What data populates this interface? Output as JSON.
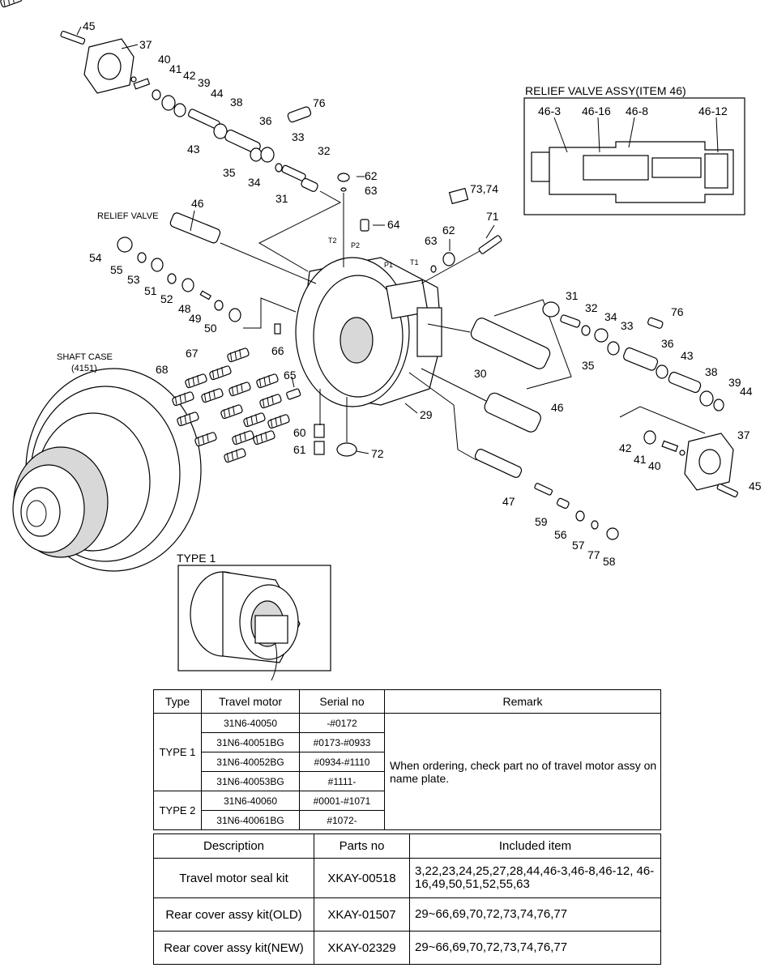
{
  "diagram": {
    "callouts": [
      "45",
      "37",
      "40",
      "41",
      "42",
      "39",
      "44",
      "38",
      "36",
      "33",
      "32",
      "31",
      "34",
      "35",
      "43",
      "76",
      "62",
      "63",
      "64",
      "73,74",
      "71",
      "63",
      "62",
      "46",
      "54",
      "55",
      "53",
      "51",
      "52",
      "48",
      "49",
      "50",
      "66",
      "67",
      "68",
      "65",
      "60",
      "61",
      "72",
      "29",
      "30",
      "31",
      "32",
      "34",
      "33",
      "76",
      "36",
      "43",
      "35",
      "38",
      "39",
      "44",
      "37",
      "42",
      "41",
      "40",
      "45",
      "46",
      "47",
      "59",
      "56",
      "57",
      "77",
      "58"
    ],
    "relief_valve_label": "RELIEF VALVE",
    "shaft_case_label": "SHAFT CASE",
    "shaft_case_code": "(4151)",
    "port_labels": [
      "T2",
      "P2",
      "P1",
      "T1"
    ],
    "inset": {
      "title": "RELIEF VALVE ASSY(ITEM 46)",
      "callouts": [
        "46-3",
        "46-16",
        "46-8",
        "46-12"
      ]
    },
    "type1_label": "TYPE 1"
  },
  "type_table": {
    "headers": [
      "Type",
      "Travel motor",
      "Serial no",
      "Remark"
    ],
    "groups": [
      {
        "type": "TYPE 1",
        "rows": [
          {
            "motor": "31N6-40050",
            "serial": "-#0172"
          },
          {
            "motor": "31N6-40051BG",
            "serial": "#0173-#0933"
          },
          {
            "motor": "31N6-40052BG",
            "serial": "#0934-#1110"
          },
          {
            "motor": "31N6-40053BG",
            "serial": "#1111-"
          }
        ]
      },
      {
        "type": "TYPE 2",
        "rows": [
          {
            "motor": "31N6-40060",
            "serial": "#0001-#1071"
          },
          {
            "motor": "31N6-40061BG",
            "serial": "#1072-"
          }
        ]
      }
    ],
    "remark": "When ordering, check part no of travel motor assy on name plate."
  },
  "kit_table": {
    "headers": [
      "Description",
      "Parts no",
      "Included item"
    ],
    "rows": [
      {
        "description": "Travel motor seal kit",
        "parts_no": "XKAY-00518",
        "items": "3,22,23,24,25,27,28,44,46-3,46-8,46-12, 46-16,49,50,51,52,55,63"
      },
      {
        "description": "Rear cover assy kit(OLD)",
        "parts_no": "XKAY-01507",
        "items": "29~66,69,70,72,73,74,76,77"
      },
      {
        "description": "Rear cover assy kit(NEW)",
        "parts_no": "XKAY-02329",
        "items": "29~66,69,70,72,73,74,76,77"
      }
    ]
  }
}
